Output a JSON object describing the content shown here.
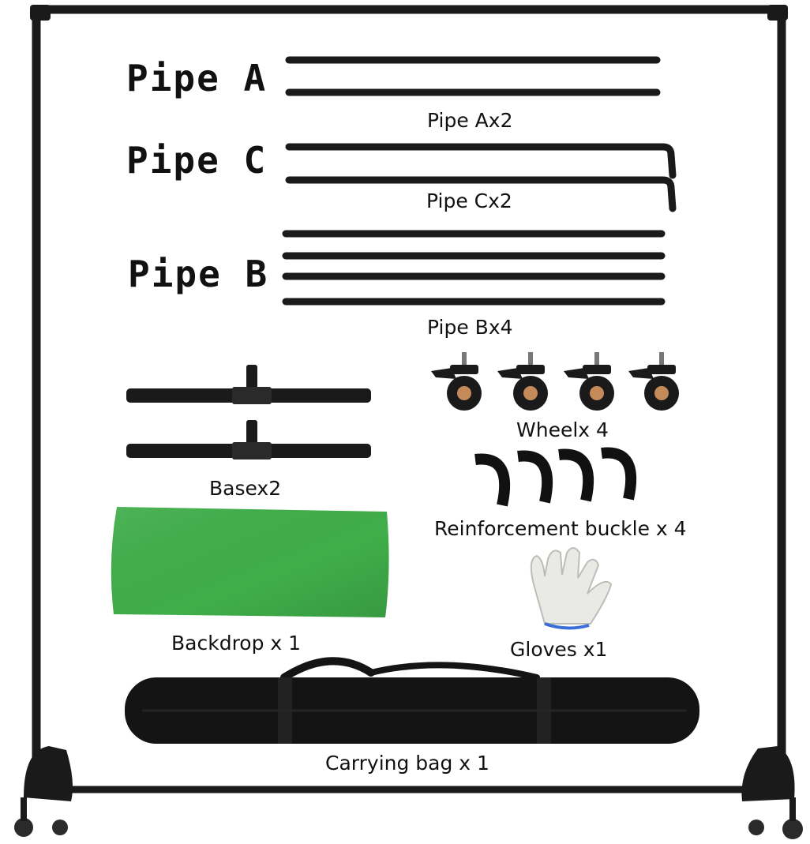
{
  "labels": {
    "pipe_a": "Pipe A",
    "pipe_c": "Pipe C",
    "pipe_b": "Pipe B"
  },
  "captions": {
    "pipe_a": "Pipe Ax2",
    "pipe_c": "Pipe Cx2",
    "pipe_b": "Pipe Bx4",
    "wheel": "Wheelx 4",
    "base": "Basex2",
    "buckle": "Reinforcement buckle x 4",
    "backdrop": "Backdrop x 1",
    "gloves": "Gloves x1",
    "bag": "Carrying bag x 1"
  },
  "colors": {
    "pipe": "#1a1a1a",
    "backdrop": "#3fae49",
    "bag": "#141414",
    "glove": "#e9e9e6",
    "glove_trim": "#3a6fd8",
    "wheel_hub": "#c58a5a"
  },
  "icons": [
    "frame-stand-icon",
    "pipe-icon",
    "base-icon",
    "wheel-icon",
    "buckle-icon",
    "backdrop-cloth-icon",
    "gloves-icon",
    "carrying-bag-icon"
  ]
}
